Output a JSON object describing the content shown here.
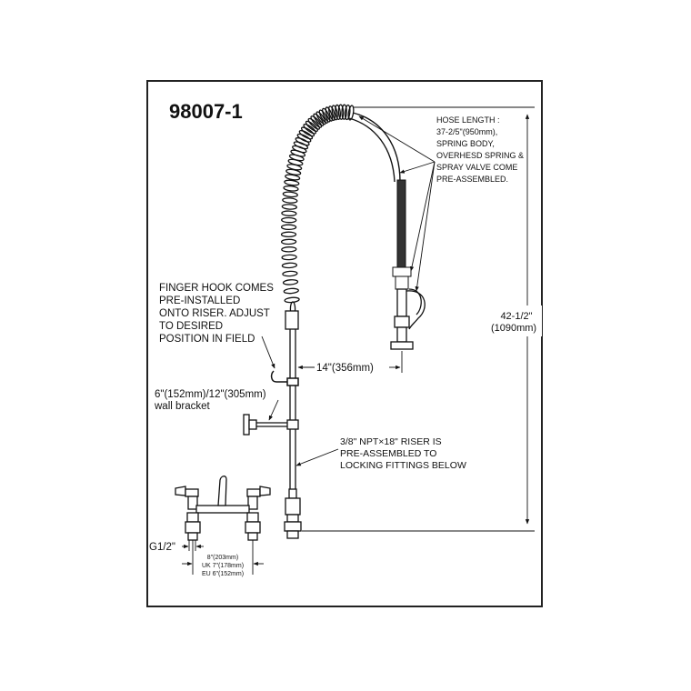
{
  "model": "98007-1",
  "hose_note": [
    "HOSE LENGTH :",
    "37-2/5\"(950mm),",
    "SPRING BODY,",
    "OVERHESD SPRING &",
    "SPRAY VALVE COME",
    "PRE-ASSEMBLED."
  ],
  "height_dim": [
    "42-1/2\"",
    "(1090mm)"
  ],
  "hook_note": [
    "FINGER HOOK COMES",
    "PRE-INSTALLED",
    "ONTO RISER. ADJUST",
    "TO DESIRED",
    "POSITION IN FIELD"
  ],
  "reach_dim": "14\"(356mm)",
  "bracket_note": [
    "6\"(152mm)/12\"(305mm)",
    "wall bracket"
  ],
  "riser_note": [
    "3/8\" NPT×18\" RISER IS",
    "PRE-ASSEMBLED TO",
    "LOCKING FITTINGS BELOW"
  ],
  "thread_label": "G1/2\"",
  "centers": [
    "8\"(203mm)",
    "UK 7\"(178mm)",
    "EU 6\"(152mm)"
  ],
  "colors": {
    "line": "#111111",
    "frame": "#222222",
    "bg": "#ffffff"
  }
}
